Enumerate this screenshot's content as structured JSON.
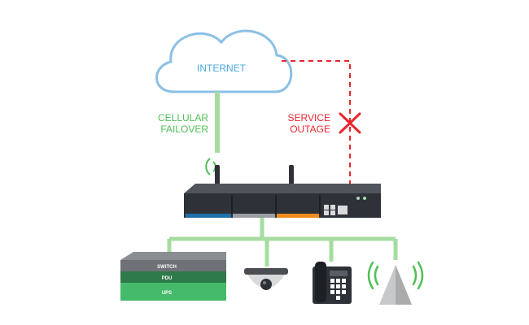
{
  "labels": {
    "internet": "INTERNET",
    "cellular_failover": [
      "CELLULAR",
      "FAILOVER"
    ],
    "service_outage": [
      "SERVICE",
      "OUTAGE"
    ],
    "switch": "SWITCH",
    "pdu": "PDU",
    "ups": "UPS"
  },
  "icons": {
    "cloud": "cloud-icon",
    "outage": "x-mark-icon",
    "router": "console-server-icon",
    "camera": "security-camera-icon",
    "phone": "desk-phone-icon",
    "tower": "wireless-tower-icon"
  },
  "colors": {
    "cloud_stroke": "#8cc0e6",
    "internet_text": "#4aa6de",
    "cellular_green": "#4fbf55",
    "line_green": "#a6dca0",
    "outage_red": "#e8262e",
    "router_body": "#2e3238",
    "blue_stripe": "#1e6fa8",
    "orange_stripe": "#f08c1e",
    "switch_gray": "#6e7175",
    "pdu_green": "#2f7a4a",
    "ups_green": "#44ba6a"
  }
}
